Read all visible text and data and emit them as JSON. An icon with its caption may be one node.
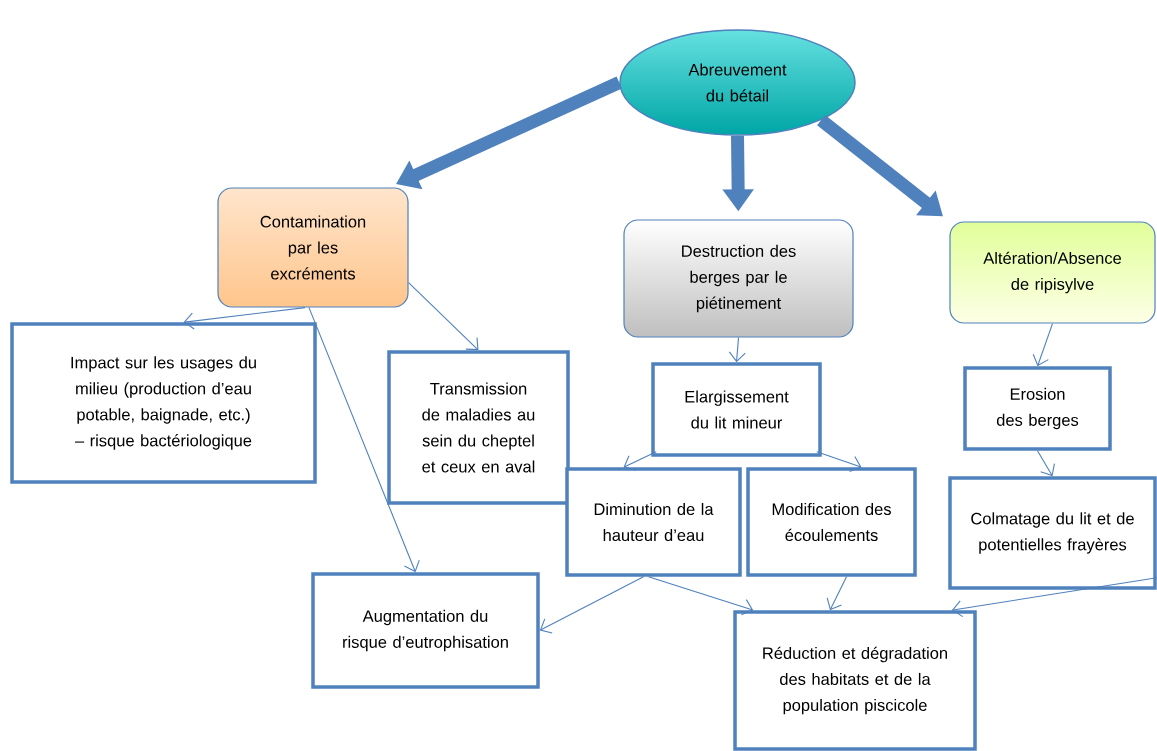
{
  "diagram": {
    "nodes": [
      {
        "text": [
          "Abreuvement du bétail"
        ]
      },
      {
        "text": [
          "Contamination par les excréments"
        ]
      },
      {
        "text": [
          "Destruction des berges par le piétinement"
        ]
      },
      {
        "text": [
          "Altération/Absence de ripisylve"
        ]
      },
      {
        "text": [
          "Impact sur les usages du milieu (production d’eau potable, baignade, etc.) – risque bactériologique"
        ]
      },
      {
        "text": [
          "Transmission de maladies au sein du cheptel et ceux en aval"
        ]
      },
      {
        "text": [
          "Elargissement du lit mineur"
        ]
      },
      {
        "text": [
          "Erosion des berges"
        ]
      },
      {
        "text": [
          "Diminution de la hauteur d’eau"
        ]
      },
      {
        "text": [
          "Modification des écoulements"
        ]
      },
      {
        "text": [
          "Colmatage du lit et de potentielles frayères"
        ]
      },
      {
        "text": [
          "Augmentation du risque d’eutrophisation"
        ]
      },
      {
        "text": [
          "Réduction et dégradation des habitats et de la population piscicole"
        ]
      }
    ],
    "edges": [
      {
        "from": 0,
        "to": 1,
        "arrow": "to",
        "style": "thick"
      },
      {
        "from": 0,
        "to": 2,
        "arrow": "to",
        "style": "thick"
      },
      {
        "from": 0,
        "to": 3,
        "arrow": "to",
        "style": "thick"
      },
      {
        "from": 1,
        "to": 4,
        "arrow": "to"
      },
      {
        "from": 1,
        "to": 5,
        "arrow": "to"
      },
      {
        "from": 1,
        "to": 11,
        "arrow": "to"
      },
      {
        "from": 2,
        "to": 6,
        "arrow": "to"
      },
      {
        "from": 6,
        "to": 8,
        "arrow": "to"
      },
      {
        "from": 6,
        "to": 9,
        "arrow": "to"
      },
      {
        "from": 3,
        "to": 7,
        "arrow": "to"
      },
      {
        "from": 7,
        "to": 10,
        "arrow": "to"
      },
      {
        "from": 8,
        "to": 11,
        "arrow": "to"
      },
      {
        "from": 8,
        "to": 12,
        "arrow": "to"
      },
      {
        "from": 9,
        "to": 12,
        "arrow": "to"
      },
      {
        "from": 10,
        "to": 12,
        "arrow": "to"
      }
    ]
  }
}
